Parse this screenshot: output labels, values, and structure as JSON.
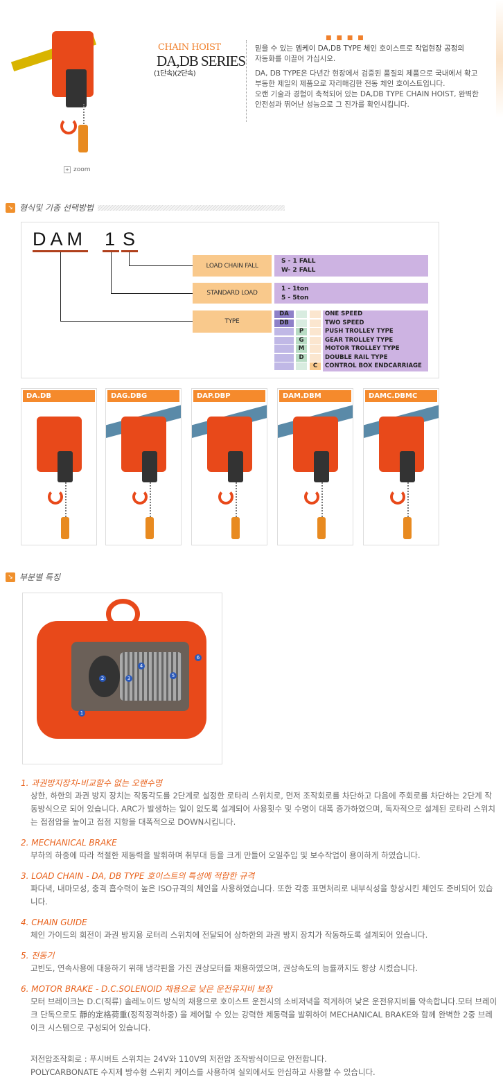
{
  "header": {
    "zoom_label": "zoom",
    "subtitle": "CHAIN HOIST",
    "title": "DA,DB SERIES",
    "speeds": "(1단속)(2단속)",
    "intro": [
      "믿을 수 있는 엠케이 DA,DB TYPE 체인 호이스트로 작업현장 공정의",
      "자동화를 이끌어 가십시오."
    ],
    "desc": [
      "DA, DB TYPE은 다년간 현장에서 검증된 품질의 제품으로 국내에서 확고",
      "부동한 제일의 제품으로 자리매김한 전동 체인 호이스트입니다.",
      "오랜 기술과 경험이 축적되어 있는 DA,DB TYPE CHAIN HOIST, 완벽한",
      "안전성과 뛰어난 성능으로 그 진가를 확인시킵니다."
    ]
  },
  "section1": {
    "title": "형식및 기종 선택방법"
  },
  "model_code": {
    "part1": "D A M",
    "part2": "1",
    "part3": "S",
    "load_chain_fall": {
      "label": "LOAD CHAIN FALL",
      "values": [
        "S - 1 FALL",
        "W- 2 FALL"
      ]
    },
    "standard_load": {
      "label": "STANDARD LOAD",
      "values": [
        "1 - 1ton",
        "5 - 5ton"
      ]
    },
    "type": {
      "label": "TYPE",
      "rows": [
        {
          "c1": "DA",
          "c2": "",
          "c3": "",
          "text": "ONE SPEED"
        },
        {
          "c1": "DB",
          "c2": "",
          "c3": "",
          "text": "TWO SPEED"
        },
        {
          "c1": "",
          "c2": "P",
          "c3": "",
          "text": "PUSH TROLLEY TYPE"
        },
        {
          "c1": "",
          "c2": "G",
          "c3": "",
          "text": "GEAR TROLLEY TYPE"
        },
        {
          "c1": "",
          "c2": "M",
          "c3": "",
          "text": "MOTOR TROLLEY TYPE"
        },
        {
          "c1": "",
          "c2": "D",
          "c3": "",
          "text": "DOUBLE RAIL TYPE"
        },
        {
          "c1": "",
          "c2": "",
          "c3": "C",
          "text": "CONTROL BOX ENDCARRIAGE"
        }
      ]
    }
  },
  "products": [
    "DA.DB",
    "DAG.DBG",
    "DAP.DBP",
    "DAM.DBM",
    "DAMC.DBMC"
  ],
  "section2": {
    "title": "부분별 특징",
    "callouts": [
      "1",
      "2",
      "3",
      "4",
      "5",
      "6"
    ]
  },
  "features": [
    {
      "title": "1. 과권방지장치-비교할수 없는 오랜수명",
      "body": "상한, 하한의 과권 방지 장치는 작동각도를 2단계로 설정한 로타리 스위치로, 먼저 조작회로를 차단하고 다음에 주회로를 차단하는 2단계 작동방식으로 되어 있습니다. ARC가 발생하는 일이 없도록 설계되어 사용횟수 및 수명이 대폭 증가하였으며, 독자적으로 설계된 로타리 스위치는 접점압을 높이고 접점 지항을 대폭적으로 DOWN시킵니다."
    },
    {
      "title": "2. MECHANICAL BRAKE",
      "body": "부하의 하중에 따라 적절한 제동력을 발휘하며 취부대 등을 크게 만들어 오일주입 및 보수작업이 용이하게 하였습니다."
    },
    {
      "title": "3. LOAD CHAIN - DA, DB TYPE 호이스트의 특성에 적합한 규격",
      "body": "파다녁, 내마모성, 충격 흡수력이 높은 ISO규격의 체인을 사용하였습니다. 또한 각종 표면처리로 내부식성을 향상시킨 체인도 준비되어 있습니다."
    },
    {
      "title": "4. CHAIN GUIDE",
      "body": "체인 가이드의 회전이 과권 방지용 로터리 스위치에 전달되어 상하한의 과권 방지 장치가 작동하도록 설계되어 있습니다."
    },
    {
      "title": "5. 전동기",
      "body": "고빈도, 연속사용에 대응하기 위해 냉각핀을 가진 권상모터를 채용하였으며, 권상속도의 능률까지도 향상 시켰습니다."
    },
    {
      "title": "6. MOTOR BRAKE - D.C.SOLENOID 채용으로 낮은 운전유지비 보장",
      "body": "모터 브레이크는 D.C(직류) 솔레노이드 방식의 채용으로 호이스트 운전시의 소비저녁을 적게하여 낮은 운전유지비를 약속합니다.모터 브레이크 단독으로도 靜的定格荷重(정적정격하중) 을 제어할 수 있는 강력한 제동력을 발휘하여 MECHANICAL BRAKE와 함께 완벽한 2중 브레이크 시스템으로 구성되어 있습니다."
    }
  ],
  "notes": [
    "저전압조작회로 : 푸시버트 스위치는 24V와 110V의 저전압 조작방식이므로 안전합니다.",
    "POLYCARBONATE 수지제 방수형 스위치 케이스를 사용하여 실외에서도 안심하고 사용할 수 있습니다."
  ],
  "colors": {
    "accent": "#f58a2c",
    "feature_title": "#e8601a",
    "load_box": "#f9c98c",
    "spec_box": "#cdb3e2"
  }
}
